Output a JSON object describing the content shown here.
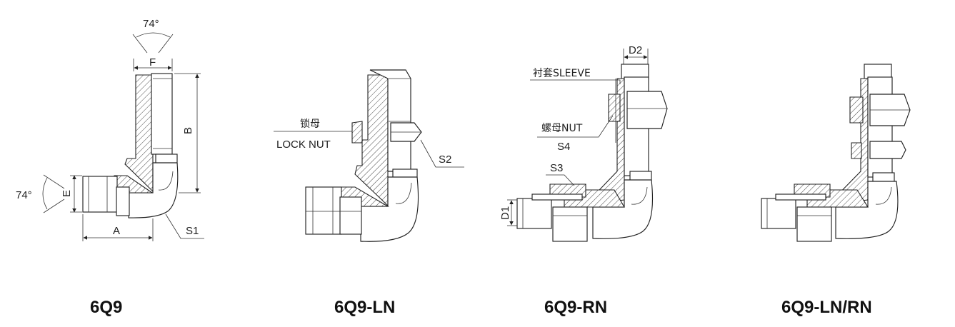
{
  "drawings": [
    {
      "title": "6Q9",
      "angle_top": "74°",
      "angle_left": "74°",
      "dim_f": "F",
      "dim_b": "B",
      "dim_e": "E",
      "dim_a": "A",
      "dim_s1": "S1"
    },
    {
      "title": "6Q9-LN",
      "locknut_cn": "锁母",
      "locknut_en": "LOCK NUT",
      "dim_s2": "S2"
    },
    {
      "title": "6Q9-RN",
      "sleeve_label": "衬套SLEEVE",
      "nut_label": "螺母NUT",
      "dim_s4": "S4",
      "dim_s3": "S3",
      "dim_d1": "D1",
      "dim_d2": "D2"
    },
    {
      "title": "6Q9-LN/RN"
    }
  ]
}
